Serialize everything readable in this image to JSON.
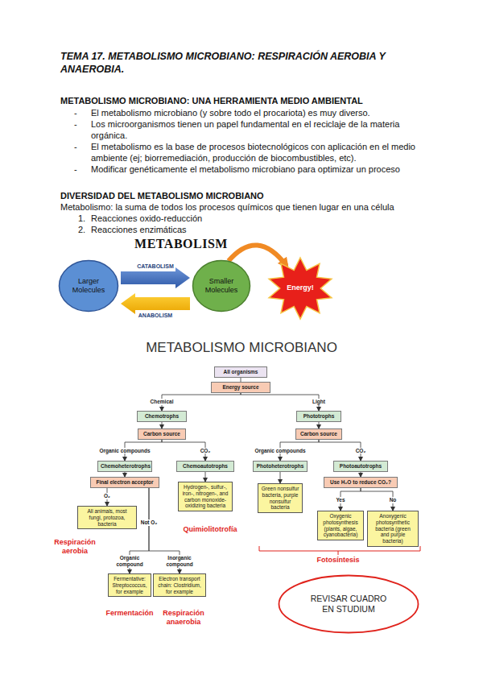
{
  "diagram": {
    "title": "TEMA 17. METABOLISMO MICROBIANO: RESPIRACIÓN AEROBIA Y ANAEROBIA.",
    "nodes": [
      {
        "text": [
          "Larger Molecules"
        ]
      },
      {
        "text": [
          "Smaller Molecules"
        ]
      },
      {
        "text": [
          "Energy!"
        ]
      },
      {
        "text": [
          "All organisms"
        ]
      },
      {
        "text": [
          "Energy source"
        ]
      },
      {
        "text": [
          "Chemotrophs"
        ]
      },
      {
        "text": [
          "Phototrophs"
        ]
      },
      {
        "text": [
          "Carbon source"
        ]
      },
      {
        "text": [
          "Carbon source"
        ]
      },
      {
        "text": [
          "Chemoheterotrophs"
        ]
      },
      {
        "text": [
          "Chemoautotrophs"
        ]
      },
      {
        "text": [
          "Photoheterotrophs"
        ]
      },
      {
        "text": [
          "Photoautotrophs"
        ]
      },
      {
        "text": [
          "Final electron acceptor"
        ]
      },
      {
        "text": [
          "Use H₂O to reduce CO₂?"
        ]
      },
      {
        "text": [
          "All animals, most fungi, protozoa, bacteria"
        ]
      },
      {
        "text": [
          "Hydrogen-, sulfur-, iron-, nitrogen-, and carbon monoxide-oxidizing bacteria"
        ]
      },
      {
        "text": [
          "Green nonsulfur bacteria, purple nonsulfur bacteria"
        ]
      },
      {
        "text": [
          "Oxygenic photosynthesis (plants, algae, cyanobacteria)"
        ]
      },
      {
        "text": [
          "Anoxygenic photosynthetic bacteria (green and purple bacteria)"
        ]
      },
      {
        "text": [
          "Fermentative: Streptococcus, for example"
        ]
      },
      {
        "text": [
          "Electron transport chain: Clostridium, for example"
        ]
      },
      {
        "text": [
          "REVISAR CUADRO EN STUDIUM"
        ]
      }
    ],
    "edges": [
      {
        "from": 0,
        "to": 1,
        "arrow": "to",
        "label": "CATABOLISM"
      },
      {
        "from": 1,
        "to": 0,
        "arrow": "to",
        "label": "ANABOLISM"
      },
      {
        "from": 1,
        "to": 2,
        "arrow": "to"
      },
      {
        "from": 3,
        "to": 4,
        "arrow": "none"
      },
      {
        "from": 4,
        "to": 5,
        "arrow": "to",
        "label": "Chemical"
      },
      {
        "from": 4,
        "to": 6,
        "arrow": "to",
        "label": "Light"
      },
      {
        "from": 5,
        "to": 7,
        "arrow": "to"
      },
      {
        "from": 6,
        "to": 8,
        "arrow": "to"
      },
      {
        "from": 7,
        "to": 9,
        "arrow": "to",
        "label": "Organic compounds"
      },
      {
        "from": 7,
        "to": 10,
        "arrow": "to",
        "label": "CO₂"
      },
      {
        "from": 8,
        "to": 11,
        "arrow": "to",
        "label": "Organic compounds"
      },
      {
        "from": 8,
        "to": 12,
        "arrow": "to",
        "label": "CO₂"
      },
      {
        "from": 9,
        "to": 13,
        "arrow": "to"
      },
      {
        "from": 10,
        "to": 16,
        "arrow": "to"
      },
      {
        "from": 11,
        "to": 17,
        "arrow": "to"
      },
      {
        "from": 12,
        "to": 14,
        "arrow": "to"
      },
      {
        "from": 13,
        "to": 15,
        "arrow": "to",
        "label": "O₂"
      },
      {
        "from": 13,
        "to": 20,
        "arrow": "to",
        "label": "Organic compound"
      },
      {
        "from": 13,
        "to": 21,
        "arrow": "to",
        "label": "Inorganic compound"
      },
      {
        "from": 14,
        "to": 18,
        "arrow": "to",
        "label": "Yes"
      },
      {
        "from": 14,
        "to": 19,
        "arrow": "to",
        "label": "No"
      }
    ],
    "labels": [
      "METABOLISMO MICROBIANO: UNA HERRAMIENTA MEDIO AMBIENTAL",
      "El metabolismo microbiano (y sobre todo el procariota) es muy diverso.",
      "Los microorganismos tienen un papel fundamental en el reciclaje de la materia orgánica.",
      "El metabolismo es la base de procesos biotecnológicos con aplicación en el medio ambiente (ej; biorremediación, producción de biocombustibles, etc).",
      "Modificar genéticamente el metabolismo microbiano para optimizar un proceso",
      "DIVERSIDAD DEL METABOLISMO MICROBIANO",
      "Metabolismo: la suma de todos los procesos químicos que tienen lugar en una célula",
      "1.",
      "Reacciones oxido-reducción",
      "2.",
      "Reacciones enzimáticas",
      "METABOLISM",
      "METABOLISMO MICROBIANO",
      "Respiración aerobia",
      "Quimiolitotrofía",
      "Not O₂",
      "Fermentación",
      "Respiración anaerobia",
      "Fotosíntesis",
      "-",
      "-",
      "-",
      "-"
    ]
  }
}
